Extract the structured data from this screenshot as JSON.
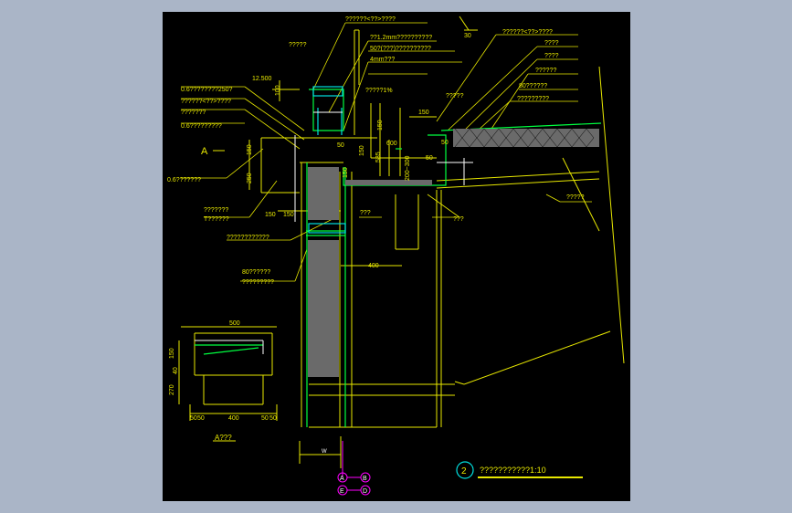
{
  "drawing": {
    "callouts_left": [
      "?????",
      "12.500",
      "0.6????????250?",
      "??????<??>????",
      "???????",
      "0.6?????????",
      "0.6???????",
      "???????",
      "????????????",
      "80??????",
      "?????????"
    ],
    "callouts_left_extra": [
      "T??????"
    ],
    "callouts_top": [
      "??????<??>????",
      "??1.2mm??????????",
      "50?(???)??????????",
      "4mm???",
      "?????1%",
      "??????<??>????",
      "????",
      "????",
      "??????",
      "80??????",
      "?????????",
      "?????",
      "?????",
      "???",
      "???"
    ],
    "dims": [
      "100",
      "150",
      "150",
      "250",
      "150",
      "150",
      "50",
      "150",
      "600",
      "585",
      "150",
      "50",
      "50",
      "200~300",
      "400",
      "150",
      "100",
      "150"
    ],
    "north_label": "30",
    "section_mark": "A",
    "detail_a": {
      "title": "A???",
      "dims": [
        "500",
        "150",
        "40",
        "270",
        "50",
        "50",
        "400",
        "50",
        "50"
      ]
    },
    "detail_marker": {
      "number": "2",
      "title": "???????????1:10"
    },
    "axis_bubbles": [
      "A",
      "B",
      "E",
      "D"
    ],
    "axis_dim": "W"
  }
}
